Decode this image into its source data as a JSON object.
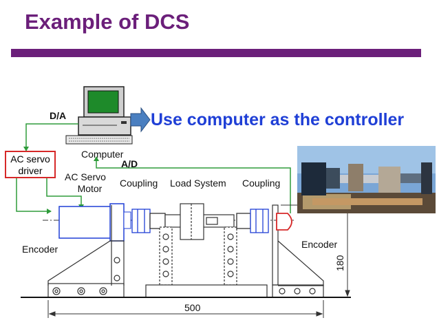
{
  "slide": {
    "title": "Example of DCS",
    "headline": "Use computer as the controller"
  },
  "labels": {
    "da": "D/A",
    "ad": "A/D",
    "computer": "Computer",
    "servo_driver_line1": "AC servo",
    "servo_driver_line2": "driver",
    "servo_motor_line1": "AC Servo",
    "servo_motor_line2": "Motor",
    "coupling_left": "Coupling",
    "load_system": "Load System",
    "coupling_right": "Coupling",
    "encoder_left": "Encoder",
    "encoder_right": "Encoder",
    "dim_width": "500",
    "dim_height": "180"
  },
  "colors": {
    "title": "#6b1f7a",
    "headline": "#1f3fd6",
    "signal_line": "#2e9b3a",
    "motor_outline": "#1f3fd6",
    "driver_outline": "#d62828",
    "encoder_outline": "#d62828"
  },
  "icons": {
    "computer": "desktop-computer-icon",
    "arrow": "right-arrow-icon",
    "photo": "test-rig-photo"
  }
}
